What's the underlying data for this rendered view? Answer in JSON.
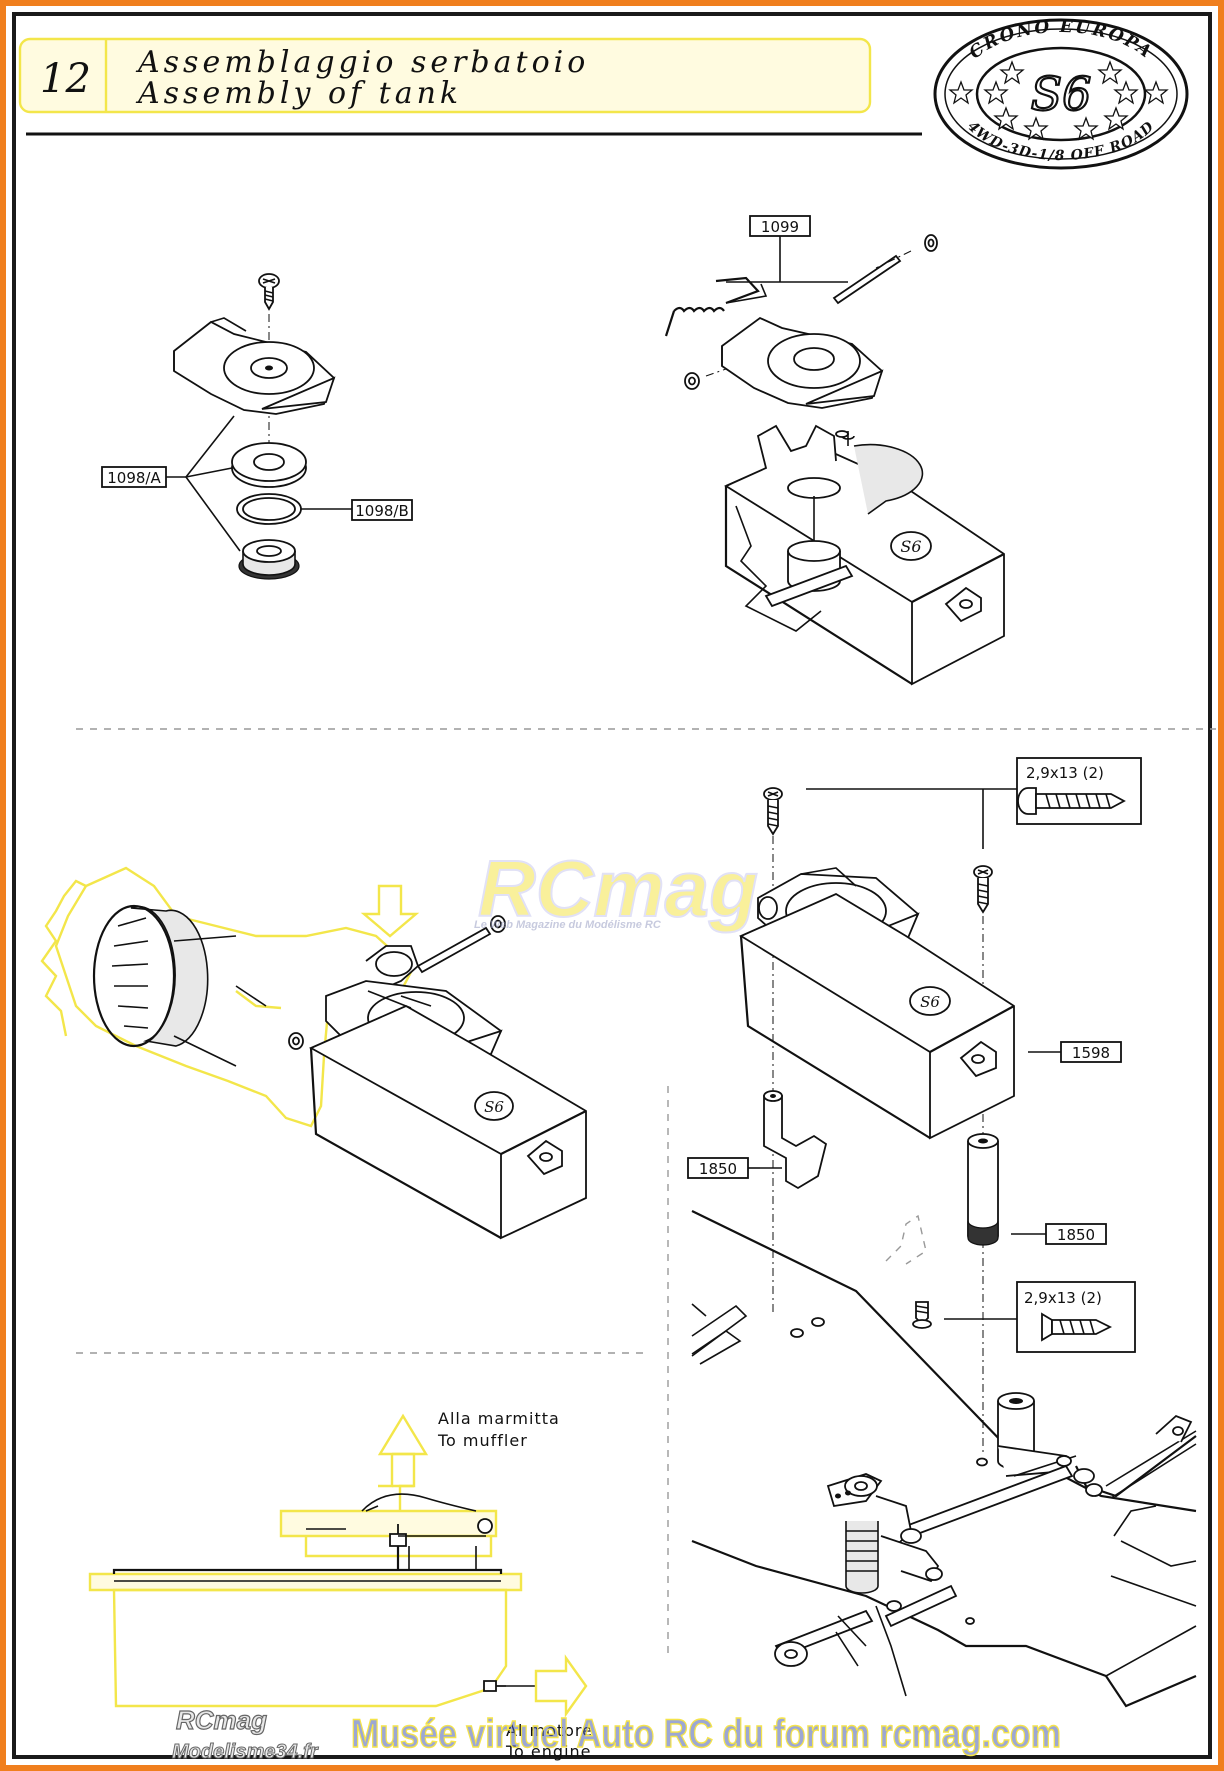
{
  "header": {
    "step_number": "12",
    "title_it": "Assemblaggio serbatoio",
    "title_en": "Assembly of tank"
  },
  "logo": {
    "top_text": "CRONO EUROPA",
    "center_text": "S6",
    "bottom_text": "4WD-3D-1/8 OFF ROAD"
  },
  "callouts": {
    "part_1098a": "1098/A",
    "part_1098b": "1098/B",
    "part_1099": "1099",
    "part_1598": "1598",
    "part_1850_left": "1850",
    "part_1850_right": "1850",
    "screw_top": "2,9x13  (2)",
    "screw_bottom": "2,9x13  (2)"
  },
  "instructions": {
    "muffler_it": "Alla marmitta",
    "muffler_en": "To muffler",
    "engine_it": "Al motore",
    "engine_en": "To engine"
  },
  "watermarks": {
    "rcmag_main": "RCmag",
    "rcmag_sub": "Le Web Magazine du Modélisme RC",
    "footer_logo_top": "RCmag",
    "footer_logo_bottom": "Modelisme34.fr",
    "footer_text": "Musée virtuel Auto RC du forum rcmag.com"
  },
  "colors": {
    "frame_orange": "#f07f1e",
    "highlight_yellow": "#f3e64a",
    "watermark_blue": "#2a3f8f",
    "watermark_yellow": "#f5e44a"
  }
}
